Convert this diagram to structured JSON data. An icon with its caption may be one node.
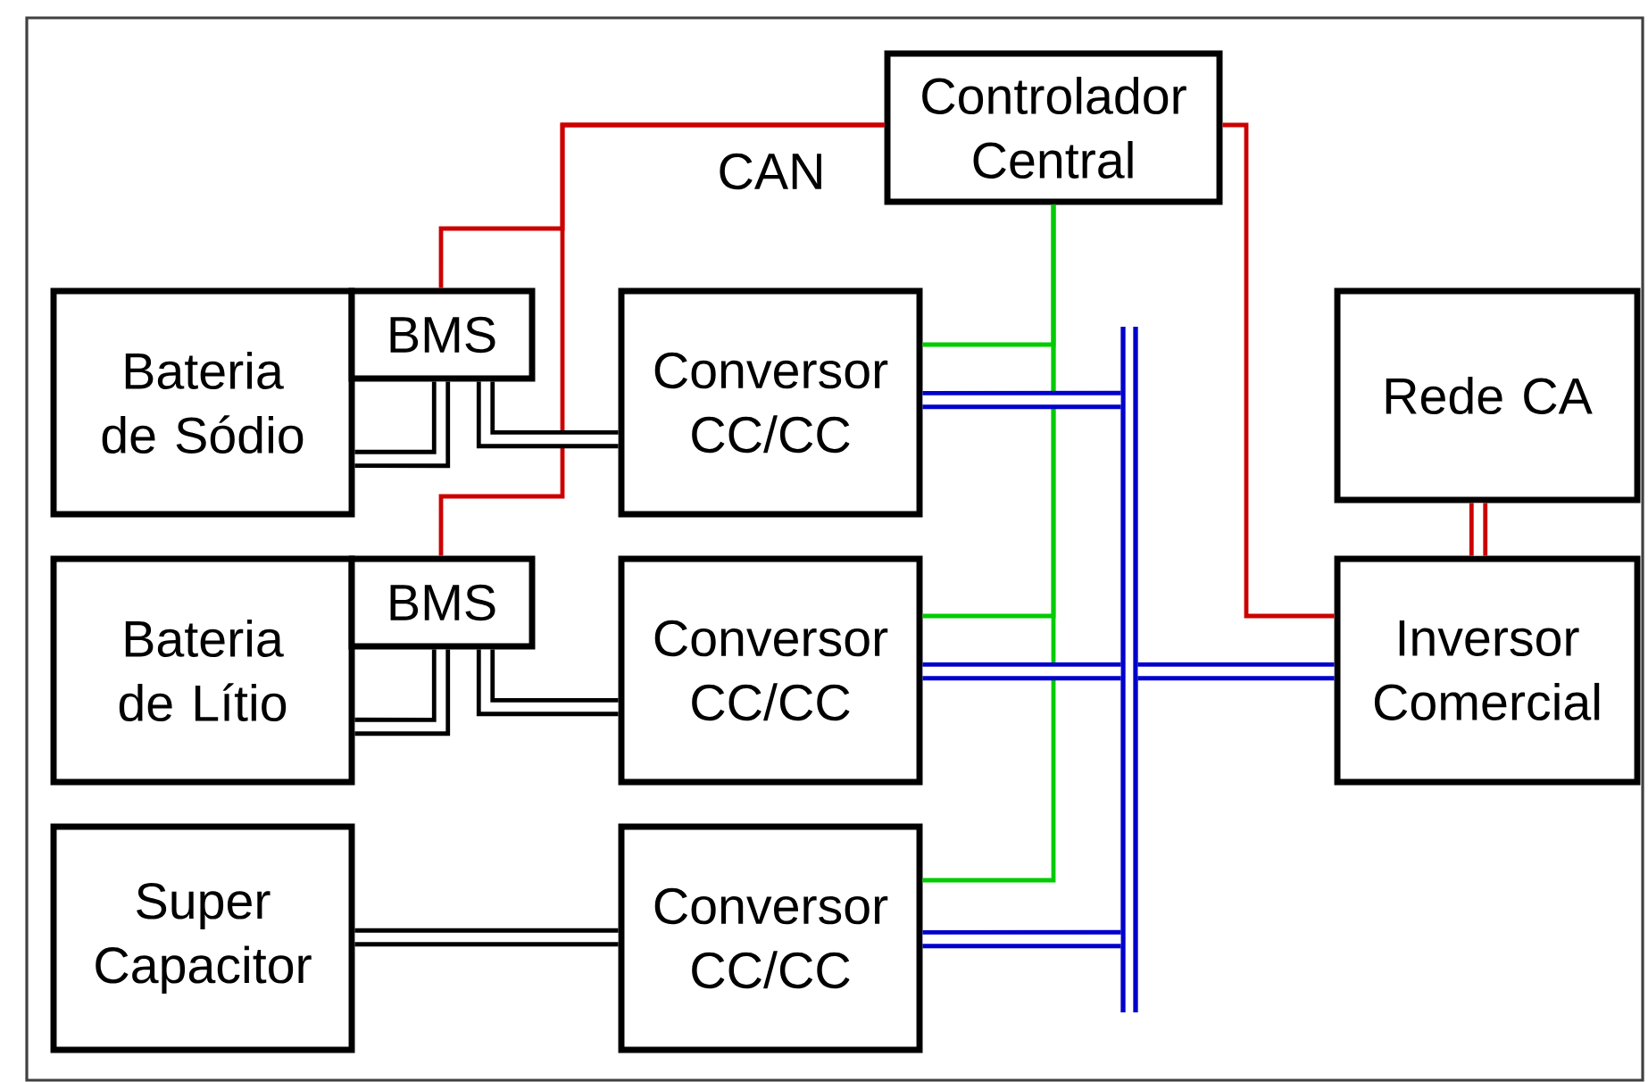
{
  "diagram": {
    "nodes": [
      {
        "text": [
          "Controlador Central"
        ]
      },
      {
        "text": [
          "Bateria de Sódio"
        ]
      },
      {
        "text": [
          "BMS"
        ]
      },
      {
        "text": [
          "Conversor CC/CC"
        ]
      },
      {
        "text": [
          "Rede CA"
        ]
      },
      {
        "text": [
          "Bateria de Lítio"
        ]
      },
      {
        "text": [
          "BMS"
        ]
      },
      {
        "text": [
          "Conversor CC/CC"
        ]
      },
      {
        "text": [
          "Inversor Comercial"
        ]
      },
      {
        "text": [
          "Super Capacitor"
        ]
      },
      {
        "text": [
          "Conversor CC/CC"
        ]
      },
      {
        "text": [],
        "shape": "bar"
      }
    ],
    "edges": [
      {
        "from": 0,
        "to": 2,
        "arrow": "none",
        "color": "#cc0000"
      },
      {
        "from": 0,
        "to": 6,
        "arrow": "none",
        "color": "#cc0000"
      },
      {
        "from": 0,
        "to": 8,
        "arrow": "none",
        "color": "#cc0000"
      },
      {
        "from": 4,
        "to": 8,
        "arrow": "none",
        "color": "#cc0000"
      },
      {
        "from": 0,
        "to": 3,
        "arrow": "none",
        "color": "#00cc00"
      },
      {
        "from": 0,
        "to": 7,
        "arrow": "none",
        "color": "#00cc00"
      },
      {
        "from": 0,
        "to": 10,
        "arrow": "none",
        "color": "#00cc00"
      },
      {
        "from": 1,
        "to": 2,
        "arrow": "none"
      },
      {
        "from": 2,
        "to": 3,
        "arrow": "none"
      },
      {
        "from": 5,
        "to": 6,
        "arrow": "none"
      },
      {
        "from": 6,
        "to": 7,
        "arrow": "none"
      },
      {
        "from": 9,
        "to": 10,
        "arrow": "none"
      },
      {
        "from": 3,
        "to": 11,
        "arrow": "none",
        "color": "#0000cc"
      },
      {
        "from": 7,
        "to": 11,
        "arrow": "none",
        "color": "#0000cc"
      },
      {
        "from": 11,
        "to": 8,
        "arrow": "none",
        "color": "#0000cc"
      },
      {
        "from": 10,
        "to": 11,
        "arrow": "none",
        "color": "#0000cc"
      }
    ],
    "labels": [
      "CAN"
    ]
  }
}
